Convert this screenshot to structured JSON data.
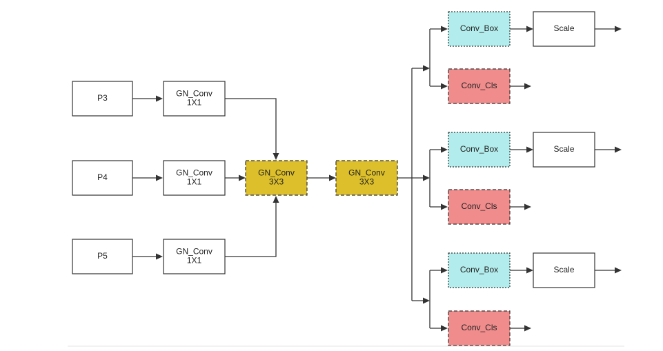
{
  "diagram": {
    "colors": {
      "plain_fill": "#ffffff",
      "plain_stroke": "#333333",
      "gn_fill": "#dcbf2a",
      "box_fill": "#b3ecec",
      "cls_fill": "#f08c8c",
      "edge": "#333333"
    },
    "nodes": {
      "p3": {
        "lines": [
          "P3"
        ],
        "style": "plain"
      },
      "p4": {
        "lines": [
          "P4"
        ],
        "style": "plain"
      },
      "p5": {
        "lines": [
          "P5"
        ],
        "style": "plain"
      },
      "gn1": {
        "lines": [
          "GN_Conv",
          "1X1"
        ],
        "style": "plain"
      },
      "gn2": {
        "lines": [
          "GN_Conv",
          "1X1"
        ],
        "style": "plain"
      },
      "gn3": {
        "lines": [
          "GN_Conv",
          "1X1"
        ],
        "style": "plain"
      },
      "gn33a": {
        "lines": [
          "GN_Conv",
          "3X3"
        ],
        "style": "gn"
      },
      "gn33b": {
        "lines": [
          "GN_Conv",
          "3X3"
        ],
        "style": "gn"
      },
      "box1": {
        "lines": [
          "Conv_Box"
        ],
        "style": "box"
      },
      "cls1": {
        "lines": [
          "Conv_Cls"
        ],
        "style": "cls"
      },
      "box2": {
        "lines": [
          "Conv_Box"
        ],
        "style": "box"
      },
      "cls2": {
        "lines": [
          "Conv_Cls"
        ],
        "style": "cls"
      },
      "box3": {
        "lines": [
          "Conv_Box"
        ],
        "style": "box"
      },
      "cls3": {
        "lines": [
          "Conv_Cls"
        ],
        "style": "cls"
      },
      "scale1": {
        "lines": [
          "Scale"
        ],
        "style": "plain"
      },
      "scale2": {
        "lines": [
          "Scale"
        ],
        "style": "plain"
      },
      "scale3": {
        "lines": [
          "Scale"
        ],
        "style": "plain"
      }
    },
    "edges": [
      {
        "from": "p3",
        "to": "gn1"
      },
      {
        "from": "p4",
        "to": "gn2"
      },
      {
        "from": "p5",
        "to": "gn3"
      },
      {
        "from": "gn1",
        "to": "gn33a"
      },
      {
        "from": "gn2",
        "to": "gn33a"
      },
      {
        "from": "gn3",
        "to": "gn33a"
      },
      {
        "from": "gn33a",
        "to": "gn33b"
      },
      {
        "from": "gn33b",
        "to": "box1"
      },
      {
        "from": "gn33b",
        "to": "cls1"
      },
      {
        "from": "gn33b",
        "to": "box2"
      },
      {
        "from": "gn33b",
        "to": "cls2"
      },
      {
        "from": "gn33b",
        "to": "box3"
      },
      {
        "from": "gn33b",
        "to": "cls3"
      },
      {
        "from": "box1",
        "to": "scale1"
      },
      {
        "from": "box2",
        "to": "scale2"
      },
      {
        "from": "box3",
        "to": "scale3"
      },
      {
        "from": "scale1",
        "to": "output"
      },
      {
        "from": "scale2",
        "to": "output"
      },
      {
        "from": "scale3",
        "to": "output"
      },
      {
        "from": "cls1",
        "to": "output"
      },
      {
        "from": "cls2",
        "to": "output"
      },
      {
        "from": "cls3",
        "to": "output"
      }
    ]
  }
}
